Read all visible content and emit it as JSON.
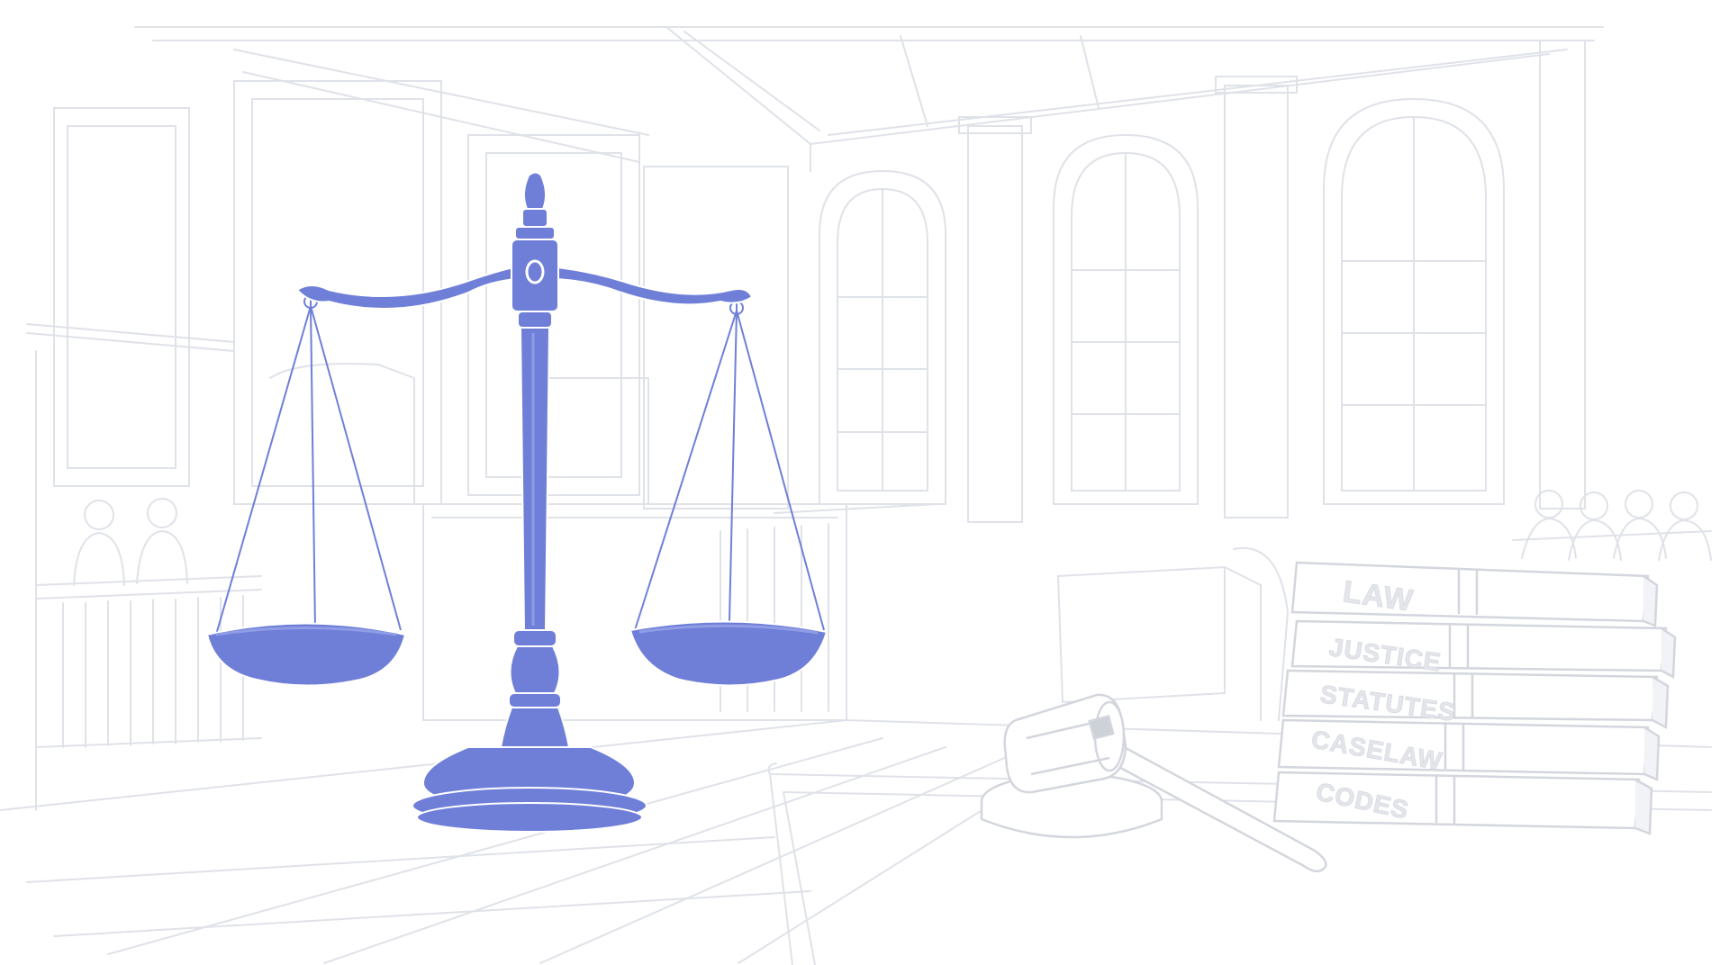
{
  "scene": {
    "colors": {
      "background": "#ffffff",
      "sketch": "#dfe2e8",
      "sketch_dark": "#d3d6dd",
      "scale": "#6f7fd8",
      "scale_light": "#8f9ce6"
    },
    "books": [
      {
        "label": "LAW"
      },
      {
        "label": "JUSTICE"
      },
      {
        "label": "STATUTES"
      },
      {
        "label": "CASELAW"
      },
      {
        "label": "CODES"
      }
    ]
  }
}
